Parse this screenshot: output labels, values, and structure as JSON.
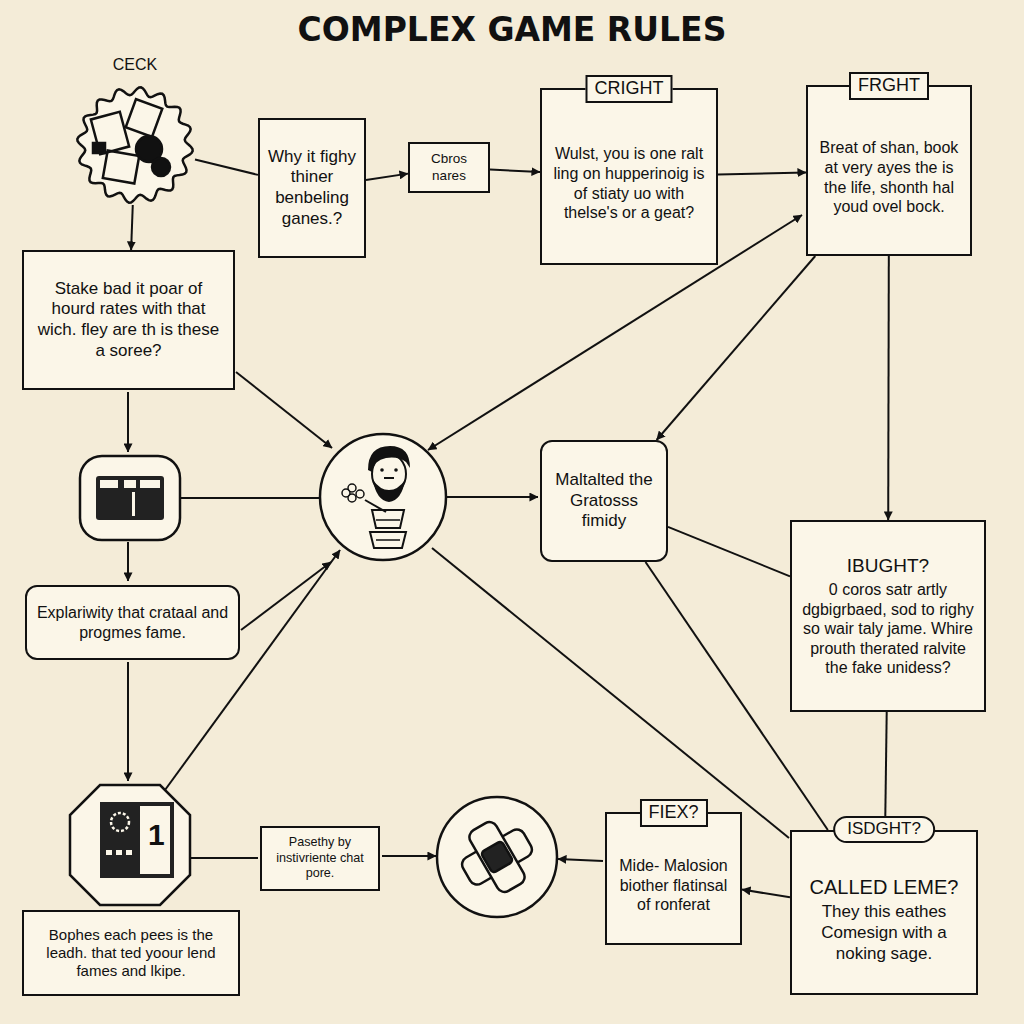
{
  "diagram": {
    "title": "COMPLEX GAME RULES",
    "nodes": [
      {
        "text": [
          "CECK"
        ]
      },
      {
        "text": [
          "Why it fighy thiner benbeling ganes.?"
        ]
      },
      {
        "text": [
          "Cbros nares"
        ]
      },
      {
        "text": [
          "CRIGHT",
          "Wulst, you is one ralt ling on hupperinoig is of stiaty uo with thelse's or a geat?"
        ]
      },
      {
        "text": [
          "FRGHT",
          "Breat of shan, book at very ayes the is the life, shonth hal youd ovel bock."
        ]
      },
      {
        "text": [
          "Stake bad it poar of hourd rates with that wich. fley are th is these a soree?"
        ]
      },
      {
        "text": [
          "Maltalted the Gratosss fimidy"
        ]
      },
      {
        "text": [
          "IBUGHT?",
          "0 coros satr artly dgbigrbaed, sod to righy so wair taly jame. Whire prouth therated ralvite the fake unidess?"
        ]
      },
      {
        "text": [
          "Explariwity that crataal and progmes fame."
        ]
      },
      {
        "text": [
          "Pasethy by instivriente chat pore."
        ]
      },
      {
        "text": [
          "Bophes each pees is the leadh. that ted yoour lend fames and lkipe."
        ]
      },
      {
        "text": [
          "FIEX?",
          "Mide- Malosion biother flatinsal of ronferat"
        ]
      },
      {
        "text": [
          "ISDGHT?",
          "CALLED LEME?",
          "They this eathes Comesign with a noking sage."
        ]
      }
    ],
    "edges": [
      {
        "from": 0,
        "to": 1,
        "arrow": "none"
      },
      {
        "from": 1,
        "to": 2,
        "arrow": "to"
      },
      {
        "from": 2,
        "to": 3,
        "arrow": "to"
      },
      {
        "from": 3,
        "to": 4,
        "arrow": "to"
      },
      {
        "from": 0,
        "to": 5,
        "arrow": "to"
      },
      {
        "from": 4,
        "to": 6,
        "arrow": "to"
      },
      {
        "from": 4,
        "to": 7,
        "arrow": "to"
      },
      {
        "from": 6,
        "to": 7,
        "arrow": "none"
      },
      {
        "from": 6,
        "to": 12,
        "arrow": "none"
      },
      {
        "from": 7,
        "to": 12,
        "arrow": "to"
      },
      {
        "from": 12,
        "to": 11,
        "arrow": "to"
      }
    ],
    "labels": [
      "1"
    ]
  }
}
